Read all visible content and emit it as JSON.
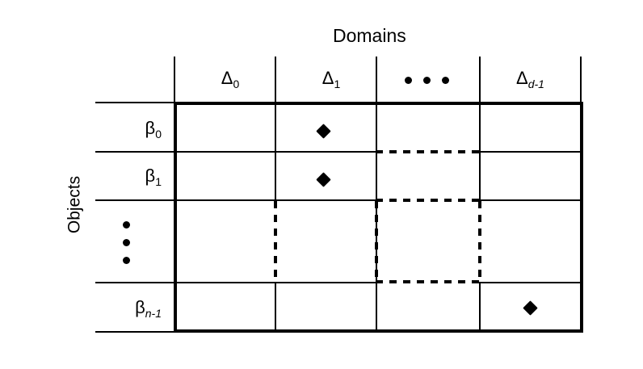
{
  "figure": {
    "type": "matrix-diagram",
    "title_top": "Domains",
    "title_left": "Objects",
    "background_color": "#ffffff",
    "line_color": "#000000",
    "marker_color": "#000000",
    "marker_shape": "diamond"
  },
  "columns": {
    "header_axis_label": "Domains",
    "items": [
      {
        "id": "col-delta-0",
        "base": "Δ",
        "sub": "0",
        "sub_italic": false,
        "is_ellipsis": false,
        "label": "Δ0"
      },
      {
        "id": "col-delta-1",
        "base": "Δ",
        "sub": "1",
        "sub_italic": false,
        "is_ellipsis": false,
        "label": "Δ1"
      },
      {
        "id": "col-ellipsis",
        "base": "",
        "sub": "",
        "sub_italic": false,
        "is_ellipsis": true,
        "label": "• • •"
      },
      {
        "id": "col-delta-d-1",
        "base": "Δ",
        "sub": "d-1",
        "sub_italic": true,
        "is_ellipsis": false,
        "label": "Δd-1"
      }
    ]
  },
  "rows": {
    "header_axis_label": "Objects",
    "items": [
      {
        "id": "row-beta-0",
        "base": "β",
        "sub": "0",
        "sub_italic": false,
        "is_ellipsis": false,
        "label": "β0"
      },
      {
        "id": "row-beta-1",
        "base": "β",
        "sub": "1",
        "sub_italic": false,
        "is_ellipsis": false,
        "label": "β1"
      },
      {
        "id": "row-ellipsis",
        "base": "",
        "sub": "",
        "sub_italic": false,
        "is_ellipsis": true,
        "label": "⋮"
      },
      {
        "id": "row-beta-n-1",
        "base": "β",
        "sub": "n-1",
        "sub_italic": true,
        "is_ellipsis": false,
        "label": "βn-1"
      }
    ]
  },
  "markers": [
    {
      "id": "marker-b0-d1",
      "row": "row-beta-0",
      "column": "col-delta-1",
      "shape": "diamond"
    },
    {
      "id": "marker-b1-d1",
      "row": "row-beta-1",
      "column": "col-delta-1",
      "shape": "diamond"
    },
    {
      "id": "marker-bn1-dd1",
      "row": "row-beta-n-1",
      "column": "col-delta-d-1",
      "shape": "diamond"
    }
  ],
  "continuation_regions": [
    {
      "id": "dashed-cell-ellipsis-row-ellipsis-col",
      "row": "row-ellipsis",
      "column": "col-ellipsis",
      "style": "dashed"
    },
    {
      "id": "dashed-divider-b0-b1-ellipsis-col",
      "row": "row-beta-0",
      "column": "col-ellipsis",
      "style": "dashed"
    },
    {
      "id": "dashed-divider-b1-ellipsis-col",
      "row": "row-beta-1",
      "column": "col-ellipsis",
      "style": "dashed"
    },
    {
      "id": "dashed-divider-ellipsis-row-delta0",
      "row": "row-ellipsis",
      "column": "col-delta-0",
      "style": "dashed"
    }
  ]
}
